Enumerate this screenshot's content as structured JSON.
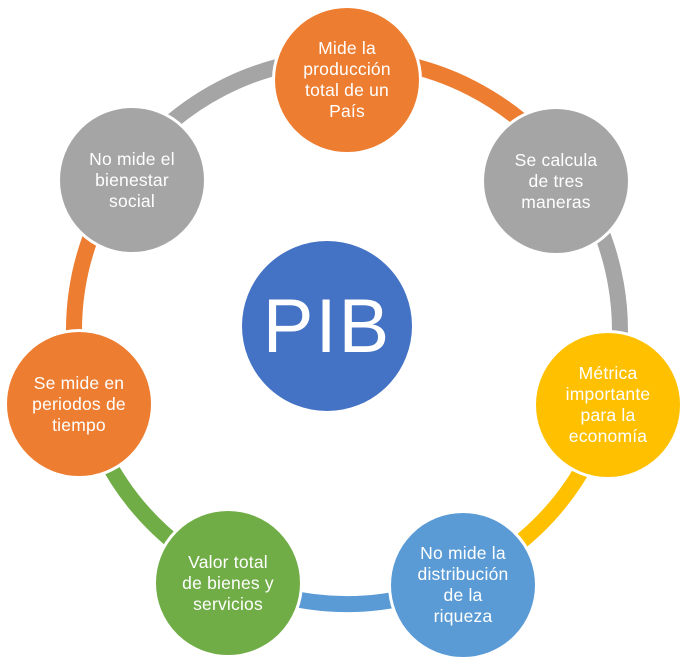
{
  "diagram": {
    "center": {
      "label": "PIB",
      "color": "#4472c4"
    },
    "nodes": [
      {
        "label": "Mide la\nproducción\ntotal de un\nPaís",
        "color": "#ed7d31"
      },
      {
        "label": "Se calcula\nde tres\nmaneras",
        "color": "#a5a5a5"
      },
      {
        "label": "Métrica\nimportante\npara la\neconomía",
        "color": "#ffc000"
      },
      {
        "label": "No mide la\ndistribución\nde la\nriqueza",
        "color": "#5b9bd5"
      },
      {
        "label": "Valor total\nde bienes y\nservicios",
        "color": "#70ad47"
      },
      {
        "label": "Se mide en\nperiodos de\ntiempo",
        "color": "#ed7d31"
      },
      {
        "label": "No mide el\nbienestar\nsocial",
        "color": "#a5a5a5"
      }
    ]
  }
}
